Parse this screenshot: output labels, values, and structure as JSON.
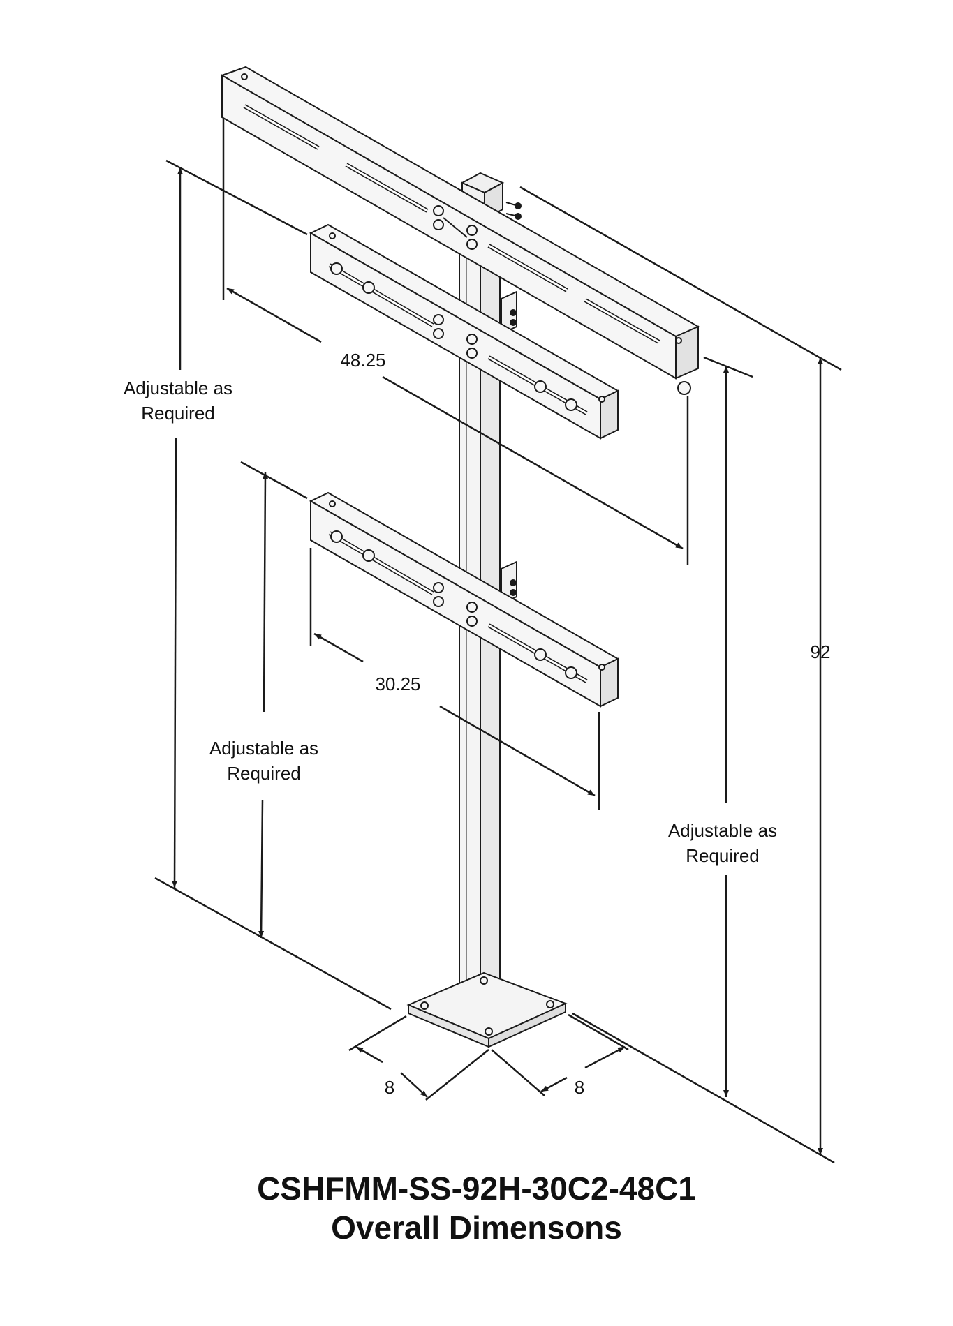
{
  "title": {
    "line1": "CSHFMM-SS-92H-30C2-48C1",
    "line2": "Overall Dimensons"
  },
  "dimensions": {
    "top_width": "48.25",
    "lower_width": "30.25",
    "overall_height": "92",
    "base_left": "8",
    "base_right": "8"
  },
  "notes": {
    "upper_left_line1": "Adjustable as",
    "upper_left_line2": "Required",
    "middle_left_line1": "Adjustable as",
    "middle_left_line2": "Required",
    "right_line1": "Adjustable as",
    "right_line2": "Required"
  },
  "colors": {
    "line": "#1a1a1a",
    "fill": "#f4f4f4",
    "background": "#ffffff"
  }
}
